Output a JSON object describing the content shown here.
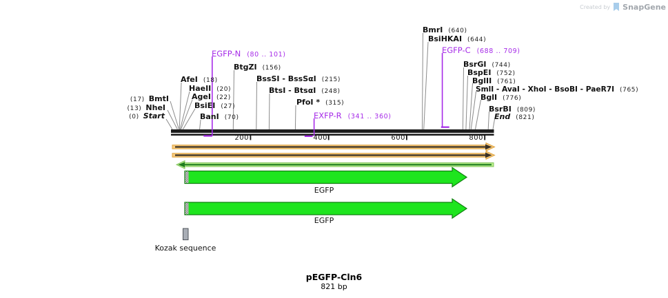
{
  "watermark": {
    "created_by": "Created by",
    "brand": "SnapGene"
  },
  "title": {
    "name": "pEGFP-Cln6",
    "length": "821 bp"
  },
  "map": {
    "enzyme_labels": [
      {
        "name": "BmtI",
        "pos": "(17)"
      },
      {
        "name": "NheI",
        "pos": "(13)"
      },
      {
        "name": "Start",
        "pos": "(0)"
      },
      {
        "name": "AfeI",
        "pos": "(18)"
      },
      {
        "name": "HaeII",
        "pos": "(20)"
      },
      {
        "name": "AgeI",
        "pos": "(22)"
      },
      {
        "name": "BsiEI",
        "pos": "(27)"
      },
      {
        "name": "BanI",
        "pos": "(70)"
      },
      {
        "name": "BtgZI",
        "pos": "(156)"
      },
      {
        "name": "BssSI - BssSαI",
        "pos": "(215)"
      },
      {
        "name": "BtsI - BtsαI",
        "pos": "(248)"
      },
      {
        "name": "PfoI *",
        "pos": "(315)"
      },
      {
        "name": "BmrI",
        "pos": "(640)"
      },
      {
        "name": "BsiHKAI",
        "pos": "(644)"
      },
      {
        "name": "BsrGI",
        "pos": "(744)"
      },
      {
        "name": "BspEI",
        "pos": "(752)"
      },
      {
        "name": "BglII",
        "pos": "(761)"
      },
      {
        "name": "SmlI - AvaI - XhoI - BsoBI - PaeR7I",
        "pos": "(765)"
      },
      {
        "name": "BglI",
        "pos": "(776)"
      },
      {
        "name": "BsrBI",
        "pos": "(809)"
      },
      {
        "name": "End",
        "pos": "(821)"
      }
    ],
    "primers": [
      {
        "name": "EGFP-N",
        "range": "(80 .. 101)"
      },
      {
        "name": "EXFP-R",
        "range": "(341 .. 360)"
      },
      {
        "name": "EGFP-C",
        "range": "(688 .. 709)"
      }
    ],
    "ruler": {
      "ticks": [
        "200",
        "400",
        "600",
        "800"
      ]
    },
    "features": [
      {
        "label": "EGFP"
      },
      {
        "label": "EGFP"
      }
    ],
    "regulatory": {
      "label": "Kozak sequence"
    },
    "colors": {
      "primer_purple": "#a62be8",
      "orf_orange_fill": "#f7ca7d",
      "orf_orange_edge": "#dfa33f",
      "orf_green_fill": "#b8ed8b",
      "orf_green_edge": "#85c55f",
      "feature_green": "#1ee51e",
      "kozak_gray": "#a9aeb6"
    }
  }
}
